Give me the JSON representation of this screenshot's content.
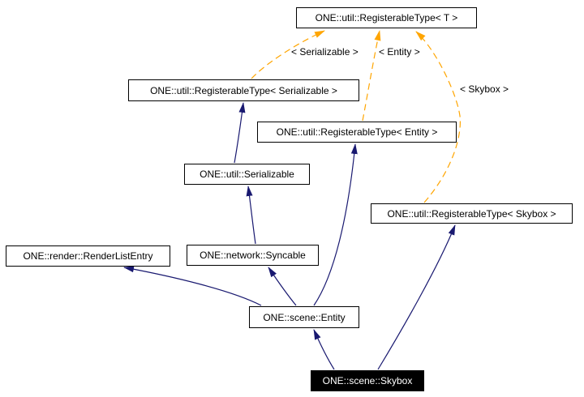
{
  "diagram": {
    "type": "class-inheritance-graph",
    "colors": {
      "inheritance_edge": "#191970",
      "template_edge": "#ffa500",
      "node_border": "#000000",
      "node_fill": "#ffffff",
      "highlight_fill": "#000000",
      "highlight_text": "#ffffff"
    },
    "nodes": [
      {
        "id": "registerable_t",
        "label": "ONE::util::RegisterableType< T >"
      },
      {
        "id": "registerable_serializable",
        "label": "ONE::util::RegisterableType< Serializable >"
      },
      {
        "id": "registerable_entity",
        "label": "ONE::util::RegisterableType< Entity >"
      },
      {
        "id": "serializable",
        "label": "ONE::util::Serializable"
      },
      {
        "id": "registerable_skybox",
        "label": "ONE::util::RegisterableType< Skybox >"
      },
      {
        "id": "render_list_entry",
        "label": "ONE::render::RenderListEntry"
      },
      {
        "id": "syncable",
        "label": "ONE::network::Syncable"
      },
      {
        "id": "entity",
        "label": "ONE::scene::Entity"
      },
      {
        "id": "skybox",
        "label": "ONE::scene::Skybox",
        "highlighted": true
      }
    ],
    "edge_labels": [
      {
        "id": "template_serializable",
        "text": "< Serializable >"
      },
      {
        "id": "template_entity",
        "text": "< Entity >"
      },
      {
        "id": "template_skybox",
        "text": "< Skybox >"
      }
    ]
  }
}
